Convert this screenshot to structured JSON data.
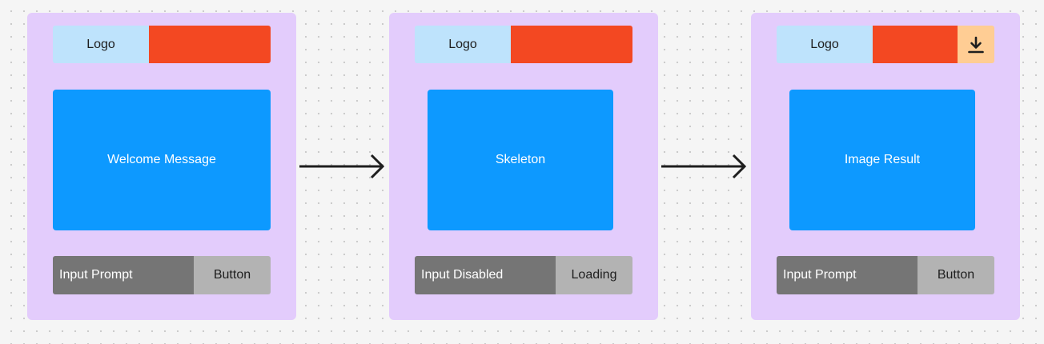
{
  "colors": {
    "canvas": "#f5f5f5",
    "frame": "#e3ccfc",
    "logo": "#bee3fc",
    "header_bar": "#f34822",
    "content": "#0d99ff",
    "input": "#757575",
    "button": "#b3b3b3",
    "download_button": "#ffcd94",
    "arrow": "#1e1e1e"
  },
  "frames": [
    {
      "logo": "Logo",
      "content": "Welcome Message",
      "input": "Input Prompt",
      "button": "Button"
    },
    {
      "logo": "Logo",
      "content": "Skeleton",
      "input": "Input Disabled",
      "button": "Loading"
    },
    {
      "logo": "Logo",
      "download_icon": "download-icon",
      "content": "Image Result",
      "input": "Input Prompt",
      "button": "Button"
    }
  ],
  "arrows": [
    "arrow-right-icon",
    "arrow-right-icon"
  ]
}
